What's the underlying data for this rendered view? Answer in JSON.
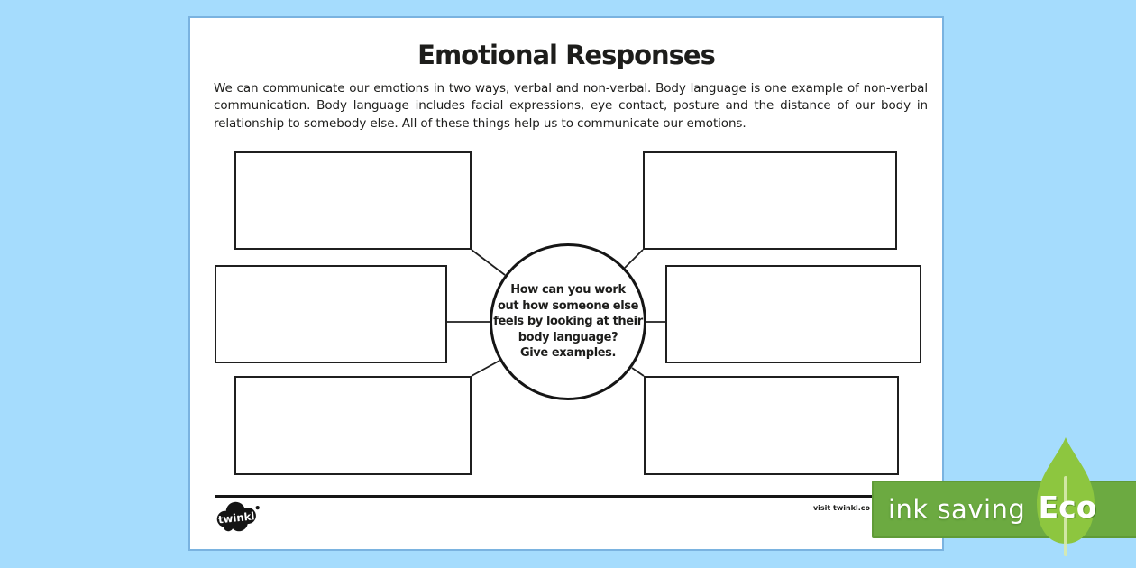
{
  "colors": {
    "background": "#a5dcfd",
    "page": "#ffffff",
    "ink": "#1d1d1b",
    "badge_green": "#6caa41",
    "badge_border": "#609b37",
    "leaf_green": "#8dc63f",
    "leaf_stem": "#d9ebae"
  },
  "page": {
    "title": "Emotional Responses",
    "intro": "We can communicate our emotions in two ways, verbal and non-verbal. Body language is one example of non-verbal communication. Body language includes facial expressions, eye contact, posture and the distance of our body in relationship to somebody else. All of these things help us to communicate our emotions.",
    "circle_prompt": "How can you work out how someone else feels by looking at their body language? Give examples.",
    "circle_prompt_lines": [
      "How can you work",
      "out how someone else",
      "feels by looking at their",
      "body language?",
      "Give examples."
    ],
    "answer_boxes": [
      {
        "id": "top-left",
        "value": ""
      },
      {
        "id": "top-right",
        "value": ""
      },
      {
        "id": "middle-left",
        "value": ""
      },
      {
        "id": "middle-right",
        "value": ""
      },
      {
        "id": "bottom-left",
        "value": ""
      },
      {
        "id": "bottom-right",
        "value": ""
      }
    ]
  },
  "footer": {
    "brand": "twinkl",
    "visit_text": "visit twinkl.co"
  },
  "eco_badge": {
    "label": "ink saving",
    "eco": "Eco"
  }
}
